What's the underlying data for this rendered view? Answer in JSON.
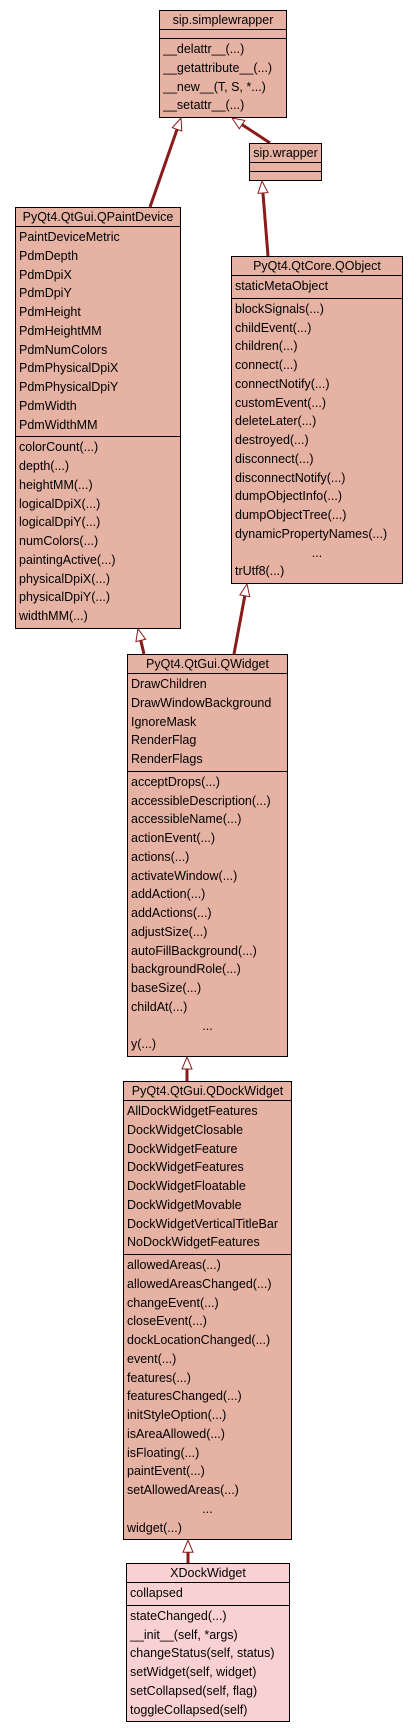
{
  "classes": [
    {
      "id": "sip_simplewrapper",
      "name": "sip.simplewrapper",
      "attributes": [],
      "methods": [
        "__delattr__(...)",
        "__getattribute__(...)",
        "__new__(T, S, *...)",
        "__setattr__(...)"
      ]
    },
    {
      "id": "sip_wrapper",
      "name": "sip.wrapper",
      "attributes": [],
      "methods": []
    },
    {
      "id": "qpaintdevice",
      "name": "PyQt4.QtGui.QPaintDevice",
      "attributes": [
        "PaintDeviceMetric",
        "PdmDepth",
        "PdmDpiX",
        "PdmDpiY",
        "PdmHeight",
        "PdmHeightMM",
        "PdmNumColors",
        "PdmPhysicalDpiX",
        "PdmPhysicalDpiY",
        "PdmWidth",
        "PdmWidthMM"
      ],
      "methods": [
        "colorCount(...)",
        "depth(...)",
        "heightMM(...)",
        "logicalDpiX(...)",
        "logicalDpiY(...)",
        "numColors(...)",
        "paintingActive(...)",
        "physicalDpiX(...)",
        "physicalDpiY(...)",
        "widthMM(...)"
      ]
    },
    {
      "id": "qobject",
      "name": "PyQt4.QtCore.QObject",
      "attributes": [
        "staticMetaObject"
      ],
      "methods": [
        "blockSignals(...)",
        "childEvent(...)",
        "children(...)",
        "connect(...)",
        "connectNotify(...)",
        "customEvent(...)",
        "deleteLater(...)",
        "destroyed(...)",
        "disconnect(...)",
        "disconnectNotify(...)",
        "dumpObjectInfo(...)",
        "dumpObjectTree(...)",
        "dynamicPropertyNames(...)",
        "...",
        "trUtf8(...)"
      ]
    },
    {
      "id": "qwidget",
      "name": "PyQt4.QtGui.QWidget",
      "attributes": [
        "DrawChildren",
        "DrawWindowBackground",
        "IgnoreMask",
        "RenderFlag",
        "RenderFlags"
      ],
      "methods": [
        "acceptDrops(...)",
        "accessibleDescription(...)",
        "accessibleName(...)",
        "actionEvent(...)",
        "actions(...)",
        "activateWindow(...)",
        "addAction(...)",
        "addActions(...)",
        "adjustSize(...)",
        "autoFillBackground(...)",
        "backgroundRole(...)",
        "baseSize(...)",
        "childAt(...)",
        "...",
        "y(...)"
      ]
    },
    {
      "id": "qdockwidget",
      "name": "PyQt4.QtGui.QDockWidget",
      "attributes": [
        "AllDockWidgetFeatures",
        "DockWidgetClosable",
        "DockWidgetFeature",
        "DockWidgetFeatures",
        "DockWidgetFloatable",
        "DockWidgetMovable",
        "DockWidgetVerticalTitleBar",
        "NoDockWidgetFeatures"
      ],
      "methods": [
        "allowedAreas(...)",
        "allowedAreasChanged(...)",
        "changeEvent(...)",
        "closeEvent(...)",
        "dockLocationChanged(...)",
        "event(...)",
        "features(...)",
        "featuresChanged(...)",
        "initStyleOption(...)",
        "isAreaAllowed(...)",
        "isFloating(...)",
        "paintEvent(...)",
        "setAllowedAreas(...)",
        "...",
        "widget(...)"
      ]
    },
    {
      "id": "xdockwidget",
      "name": "XDockWidget",
      "attributes": [
        "collapsed"
      ],
      "methods": [
        "stateChanged(...)",
        "__init__(self, *args)",
        "changeStatus(self, status)",
        "setWidget(self, widget)",
        "setCollapsed(self, flag)",
        "toggleCollapsed(self)"
      ]
    }
  ],
  "edges": [
    {
      "from": "sip_wrapper",
      "to": "sip_simplewrapper"
    },
    {
      "from": "qpaintdevice",
      "to": "sip_simplewrapper"
    },
    {
      "from": "qobject",
      "to": "sip_wrapper"
    },
    {
      "from": "qwidget",
      "to": "qpaintdevice"
    },
    {
      "from": "qwidget",
      "to": "qobject"
    },
    {
      "from": "qdockwidget",
      "to": "qwidget"
    },
    {
      "from": "xdockwidget",
      "to": "qdockwidget"
    }
  ],
  "colors": {
    "box": "#e5b2a3",
    "leaf_box": "#f9d1d2",
    "edge": "#8b1a1a"
  }
}
